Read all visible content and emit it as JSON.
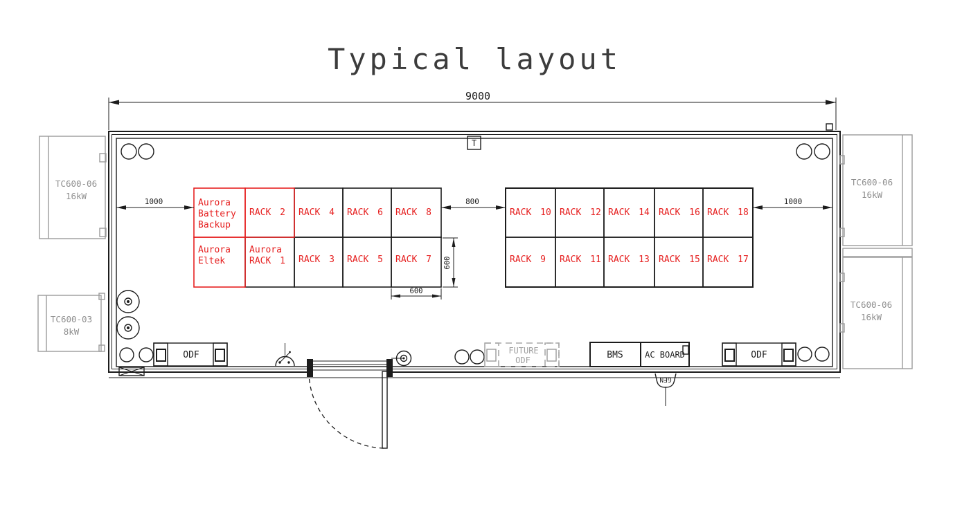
{
  "title": "Typical layout",
  "dimensions": {
    "overall_width": "9000",
    "left_clearance": "1000",
    "center_aisle": "800",
    "right_clearance": "1000",
    "rack_width": "600",
    "rack_depth": "600"
  },
  "external_units": {
    "left_top": {
      "model": "TC600-06",
      "power": "16kW"
    },
    "left_bottom": {
      "model": "TC600-03",
      "power": "8kW"
    },
    "right_top": {
      "model": "TC600-06",
      "power": "16kW"
    },
    "right_bottom": {
      "model": "TC600-06",
      "power": "16kW"
    }
  },
  "rack_groups": {
    "left_top": [
      {
        "lines": [
          "Aurora",
          "Battery",
          "Backup"
        ]
      },
      {
        "lines": [
          "RACK 2"
        ]
      },
      {
        "lines": [
          "RACK 4"
        ]
      },
      {
        "lines": [
          "RACK 6"
        ]
      },
      {
        "lines": [
          "RACK 8"
        ]
      }
    ],
    "left_bottom": [
      {
        "lines": [
          "Aurora",
          "Eltek"
        ]
      },
      {
        "lines": [
          "Aurora",
          "RACK 1"
        ]
      },
      {
        "lines": [
          "RACK 3"
        ]
      },
      {
        "lines": [
          "RACK 5"
        ]
      },
      {
        "lines": [
          "RACK 7"
        ]
      }
    ],
    "right_top": [
      {
        "lines": [
          "RACK 10"
        ]
      },
      {
        "lines": [
          "RACK 12"
        ]
      },
      {
        "lines": [
          "RACK 14"
        ]
      },
      {
        "lines": [
          "RACK 16"
        ]
      },
      {
        "lines": [
          "RACK 18"
        ]
      }
    ],
    "right_bottom": [
      {
        "lines": [
          "RACK 9"
        ]
      },
      {
        "lines": [
          "RACK 11"
        ]
      },
      {
        "lines": [
          "RACK 13"
        ]
      },
      {
        "lines": [
          "RACK 15"
        ]
      },
      {
        "lines": [
          "RACK 17"
        ]
      }
    ]
  },
  "equipment": {
    "odf_left": "ODF",
    "odf_right": "ODF",
    "future_odf_line1": "FUTURE",
    "future_odf_line2": "ODF",
    "bms": "BMS",
    "ac_board": "AC BOARD",
    "generator_socket": "GEN",
    "thermostat": "T"
  },
  "colors": {
    "highlight_red": "#e62020",
    "line_black": "#1c1c1c",
    "muted_gray": "#9b9b9b"
  }
}
